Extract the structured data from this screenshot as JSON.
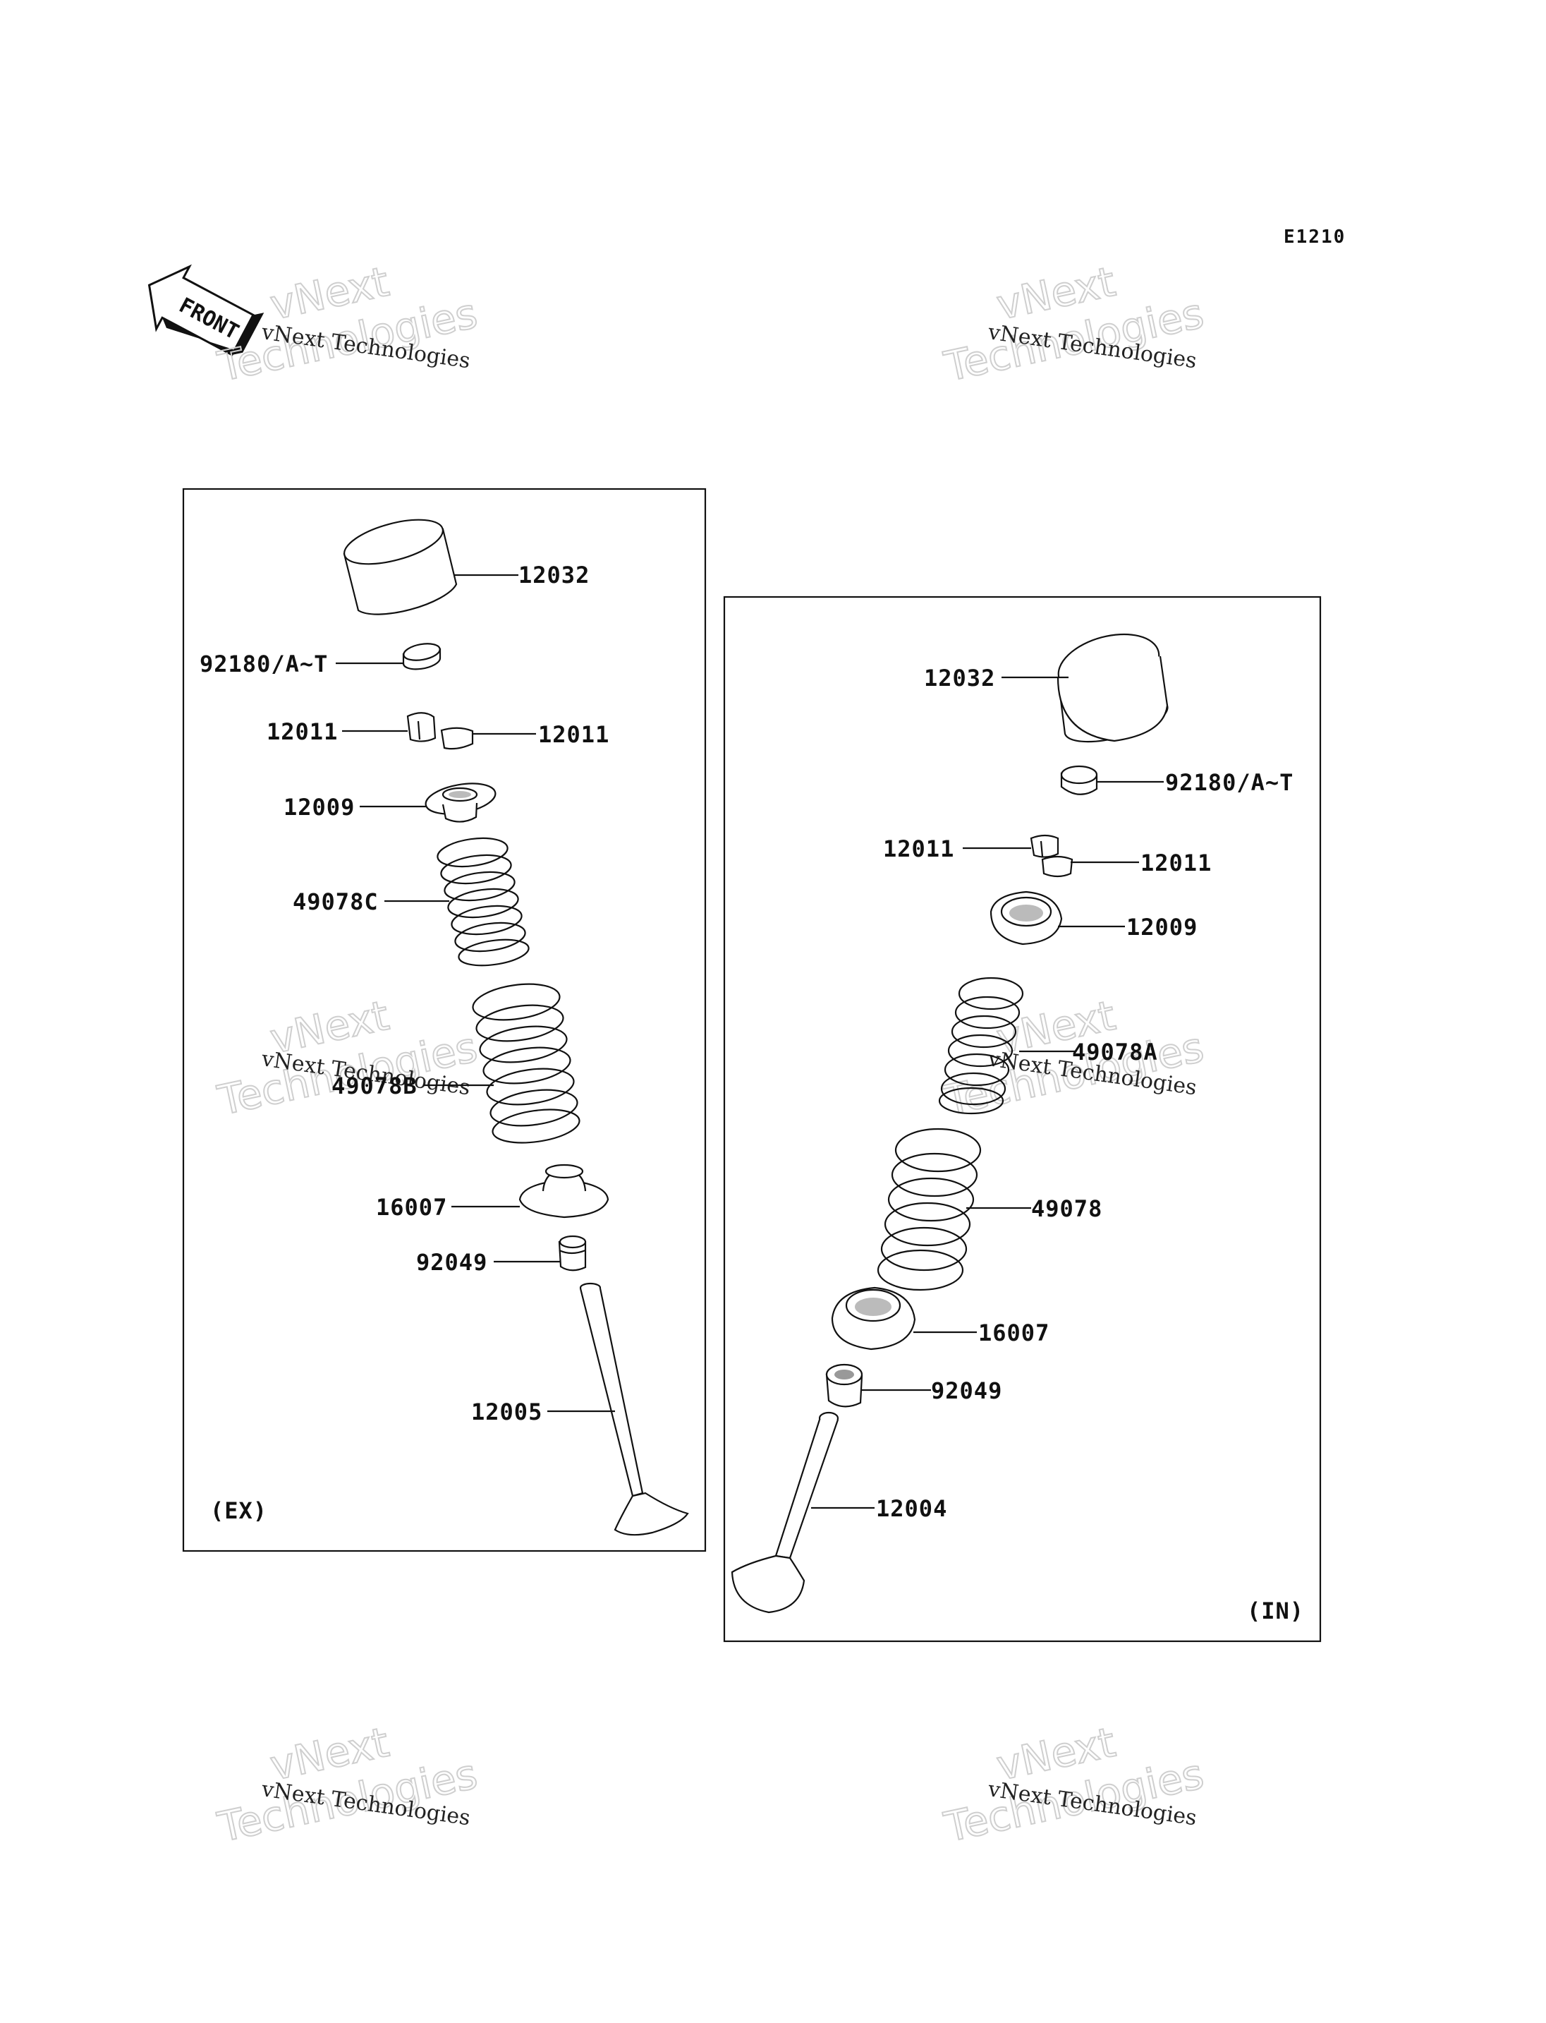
{
  "diagram_code": "E1210",
  "front_label": "FRONT",
  "watermark": {
    "small": "vNext Technologies",
    "big_line1": "vNext",
    "big_line2": "Technologies"
  },
  "panels": {
    "exhaust": {
      "label": "(EX)",
      "parts": {
        "tappet": "12032",
        "shim": "92180/A~T",
        "cotter_left": "12011",
        "cotter_right": "12011",
        "retainer": "12009",
        "inner_spring": "49078C",
        "outer_spring": "49078B",
        "spring_seat": "16007",
        "stem_seal": "92049",
        "valve": "12005"
      }
    },
    "intake": {
      "label": "(IN)",
      "parts": {
        "tappet": "12032",
        "shim": "92180/A~T",
        "cotter_left": "12011",
        "cotter_right": "12011",
        "retainer": "12009",
        "inner_spring": "49078A",
        "outer_spring": "49078",
        "spring_seat": "16007",
        "stem_seal": "92049",
        "valve": "12004"
      }
    }
  }
}
